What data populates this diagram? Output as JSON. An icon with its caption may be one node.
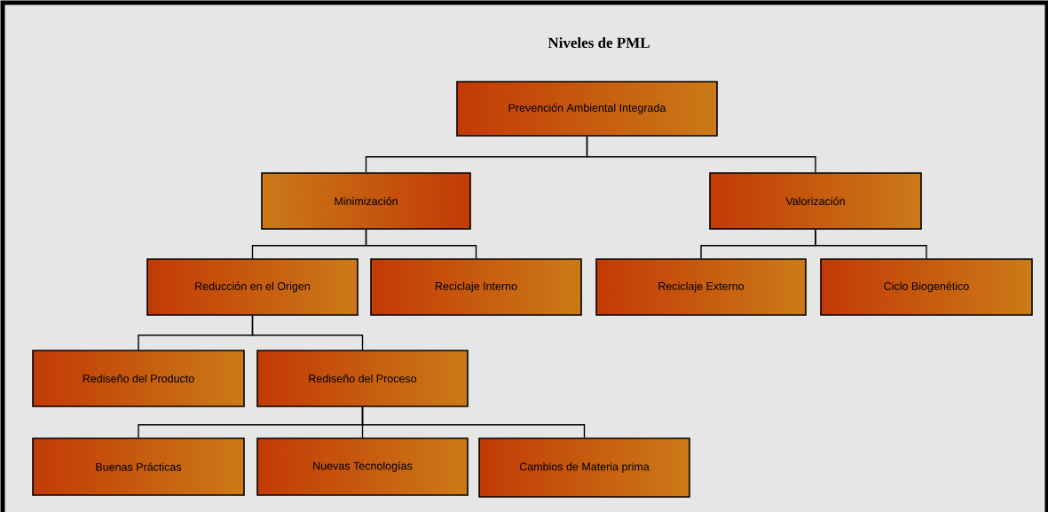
{
  "diagram": {
    "title": "Niveles de PML",
    "nodes": [
      {
        "text": [
          "Prevención Ambiental Integrada"
        ]
      },
      {
        "text": [
          "Minimización"
        ]
      },
      {
        "text": [
          "Valorización"
        ]
      },
      {
        "text": [
          "Reducción en el Origen"
        ]
      },
      {
        "text": [
          "Reciclaje Interno"
        ]
      },
      {
        "text": [
          "Reciclaje Externo"
        ]
      },
      {
        "text": [
          "Ciclo Biogenético"
        ]
      },
      {
        "text": [
          "Rediseño del Producto"
        ]
      },
      {
        "text": [
          "Rediseño del Proceso"
        ]
      },
      {
        "text": [
          "Buenas Prácticas"
        ]
      },
      {
        "text": [
          "Nuevas Tecnologías"
        ]
      },
      {
        "text": [
          "Cambios de Materia prima"
        ]
      }
    ],
    "edges": [
      {
        "from": 0,
        "to": 1,
        "arrow": "none"
      },
      {
        "from": 0,
        "to": 2,
        "arrow": "none"
      },
      {
        "from": 1,
        "to": 3,
        "arrow": "none"
      },
      {
        "from": 1,
        "to": 4,
        "arrow": "none"
      },
      {
        "from": 2,
        "to": 5,
        "arrow": "none"
      },
      {
        "from": 2,
        "to": 6,
        "arrow": "none"
      },
      {
        "from": 3,
        "to": 7,
        "arrow": "none"
      },
      {
        "from": 3,
        "to": 8,
        "arrow": "none"
      },
      {
        "from": 8,
        "to": 9,
        "arrow": "none"
      },
      {
        "from": 8,
        "to": 10,
        "arrow": "none"
      },
      {
        "from": 8,
        "to": 11,
        "arrow": "none"
      }
    ]
  }
}
